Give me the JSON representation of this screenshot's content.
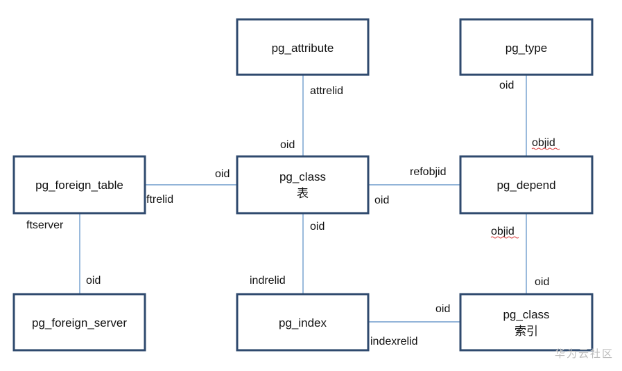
{
  "boxes": {
    "pg_attribute": {
      "line1": "pg_attribute"
    },
    "pg_type": {
      "line1": "pg_type"
    },
    "pg_foreign_table": {
      "line1": "pg_foreign_table"
    },
    "pg_class_table": {
      "line1": "pg_class",
      "line2": "表"
    },
    "pg_depend": {
      "line1": "pg_depend"
    },
    "pg_foreign_server": {
      "line1": "pg_foreign_server"
    },
    "pg_index": {
      "line1": "pg_index"
    },
    "pg_class_index": {
      "line1": "pg_class",
      "line2": "索引"
    }
  },
  "labels": {
    "attrelid": "attrelid",
    "oid_class_top": "oid",
    "oid_type": "oid",
    "objid_top": "objid",
    "oid_class_left": "oid",
    "ftrelid": "ftrelid",
    "refobjid": "refobjid",
    "oid_class_right": "oid",
    "ftserver": "ftserver",
    "oid_foreign_server": "oid",
    "oid_class_bottom": "oid",
    "indrelid": "indrelid",
    "objid_bottom": "objid",
    "oid_class_index_top": "oid",
    "oid_class_index_left": "oid",
    "indexrelid": "indexrelid"
  },
  "watermark": "华为云社区"
}
